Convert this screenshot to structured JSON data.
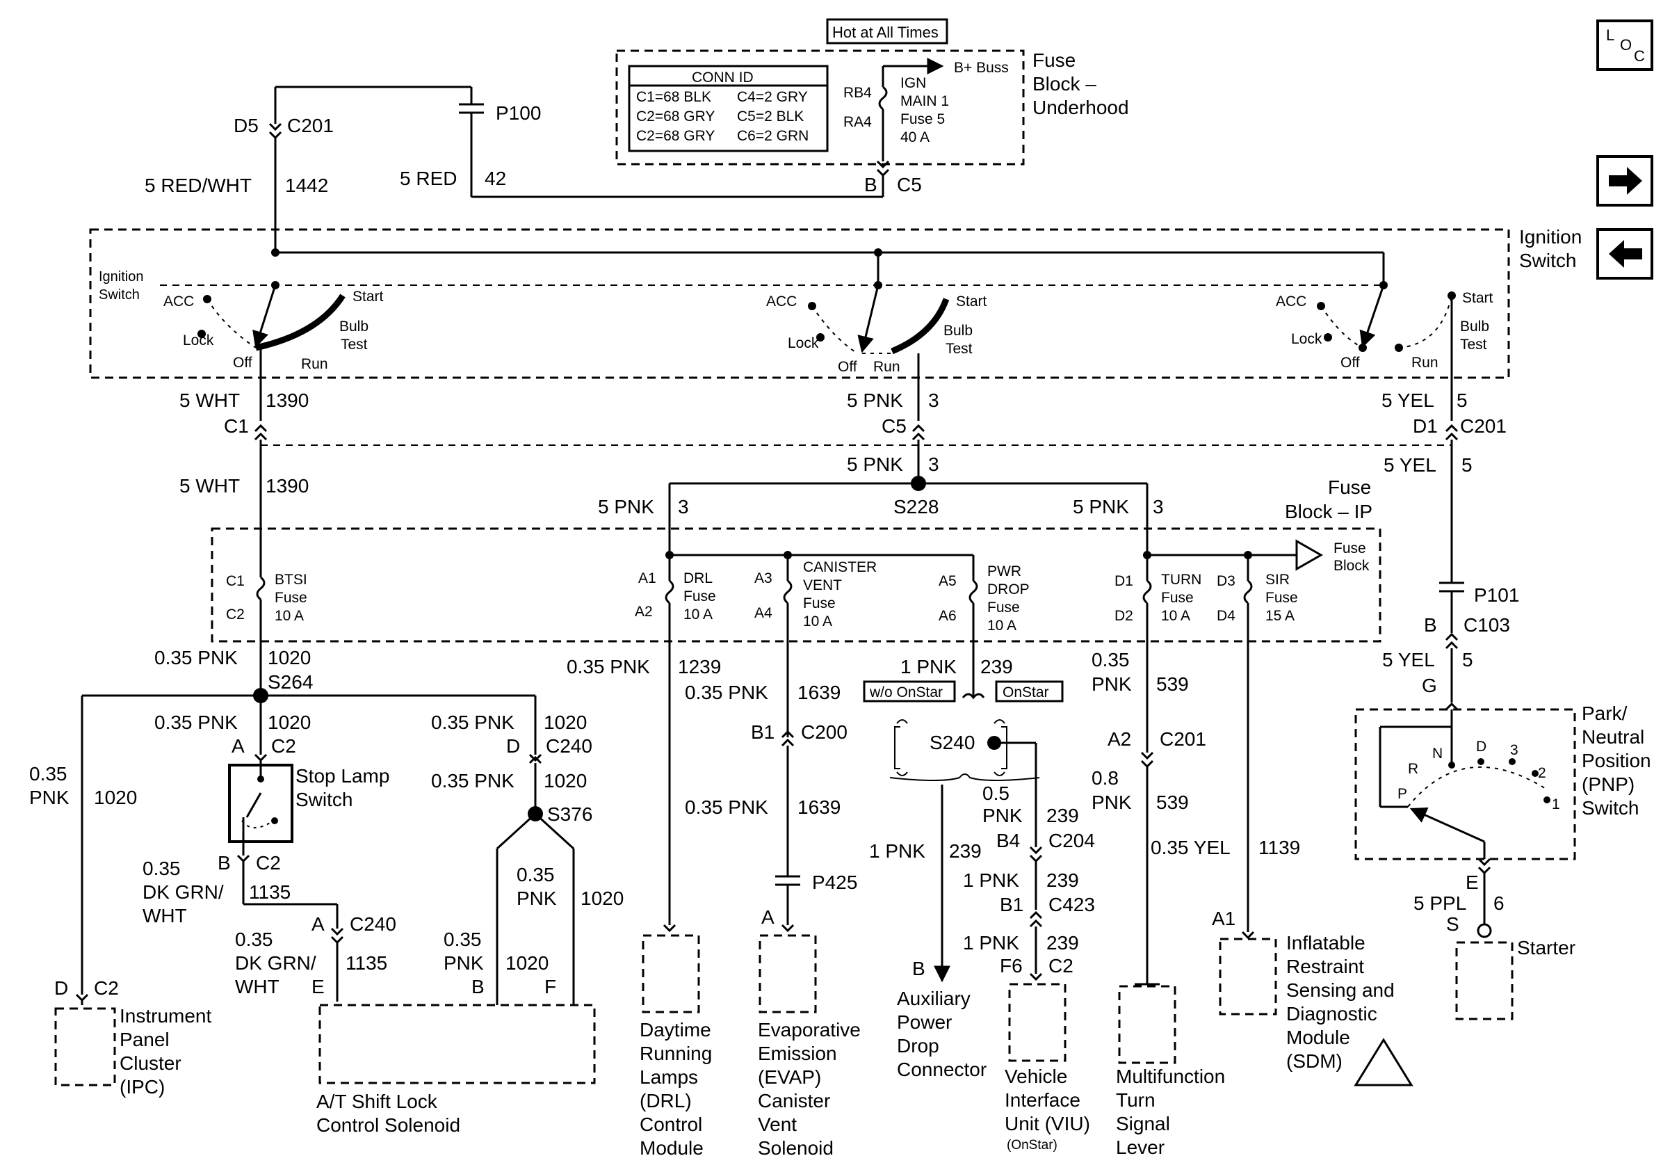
{
  "hot_box": "Hot at All Times",
  "loc": {
    "l": "L",
    "o": "O",
    "c": "C"
  },
  "fuse_underhood": {
    "title": [
      "Fuse",
      "Block –",
      "Underhood"
    ],
    "conn_header": "CONN ID",
    "conn_rows": [
      "C1=68 BLK",
      "C2=68 GRY",
      "C2=68 GRY"
    ],
    "conn_rows_r": [
      "C4=2 GRY",
      "C5=2 BLK",
      "C6=2 GRN"
    ],
    "rb4": "RB4",
    "ra4": "RA4",
    "fuse": [
      "IGN",
      "MAIN 1",
      "Fuse 5",
      "40 A"
    ],
    "bplus": "B+ Buss",
    "conn_b": "B",
    "conn_c5": "C5"
  },
  "top": {
    "d5": "D5",
    "c201": "C201",
    "p100": "P100",
    "w1442": "5 RED/WHT",
    "c1442": "1442",
    "w42": "5 RED",
    "c42": "42"
  },
  "ignition": {
    "title": [
      "Ignition",
      "Switch"
    ],
    "inner": [
      "Ignition",
      "Switch"
    ],
    "acc": "ACC",
    "lock": "Lock",
    "off": "Off",
    "run": "Run",
    "start": "Start",
    "bulb": "Bulb",
    "test": "Test"
  },
  "out": {
    "wht": "5 WHT",
    "c1390": "1390",
    "c1": "C1",
    "pnk": "5 PNK",
    "c3": "3",
    "c5": "C5",
    "yel": "5 YEL",
    "c5b": "5",
    "d1": "D1",
    "c201": "C201"
  },
  "splice": {
    "s228": "S228",
    "pnk": "5 PNK",
    "c3": "3"
  },
  "fuse_ip": {
    "title": [
      "Fuse",
      "Block – IP"
    ],
    "btsi": [
      "BTSI",
      "Fuse",
      "10 A"
    ],
    "btsi_pins": [
      "C1",
      "C2"
    ],
    "drl": [
      "DRL",
      "Fuse",
      "10 A"
    ],
    "drl_pins": [
      "A1",
      "A2"
    ],
    "can": [
      "CANISTER",
      "VENT",
      "Fuse",
      "10 A"
    ],
    "can_pins": [
      "A3",
      "A4"
    ],
    "pwr": [
      "PWR",
      "DROP",
      "Fuse",
      "10 A"
    ],
    "pwr_pins": [
      "A5",
      "A6"
    ],
    "turn": [
      "TURN",
      "Fuse",
      "10 A"
    ],
    "turn_pins": [
      "D1",
      "D2"
    ],
    "sir": [
      "SIR",
      "Fuse",
      "15 A"
    ],
    "sir_pins": [
      "D3",
      "D4"
    ],
    "fuse_block": [
      "Fuse",
      "Block"
    ],
    "arrow_a": "A"
  },
  "wires": {
    "p035": "0.35 PNK",
    "c1020": "1020",
    "s264": "S264",
    "c1239": "1239",
    "c1639": "1639",
    "b1": "B1",
    "c200": "C200",
    "p425": "P425",
    "a": "A",
    "p1": "1 PNK",
    "c239": "239",
    "wo_onstar": "w/o OnStar",
    "onstar": "OnStar",
    "s240": "S240",
    "p05": "0.5",
    "pnk": "PNK",
    "b4": "B4",
    "c204": "C204",
    "b1b": "B1",
    "c423": "C423",
    "f6": "F6",
    "c2": "C2",
    "p035b": "0.35",
    "c539": "539",
    "a2": "A2",
    "c201": "C201",
    "p08": "0.8",
    "yel035": "0.35 YEL",
    "c1139": "1139",
    "a1": "A1",
    "yel5": "5 YEL",
    "c5": "5",
    "p101": "P101",
    "b": "B",
    "c103": "C103",
    "g": "G",
    "e": "E",
    "ppl": "5 PPL",
    "c6": "6",
    "s": "S"
  },
  "left": {
    "p035": "0.35 PNK",
    "c1020": "1020",
    "a": "A",
    "c2": "C2",
    "d": "D",
    "c240": "C240",
    "s376": "S376",
    "stop_lamp": [
      "Stop Lamp",
      "Switch"
    ],
    "b": "B",
    "grn": [
      "0.35",
      "DK GRN/",
      "WHT"
    ],
    "c1135": "1135",
    "pnk_lbl": [
      "0.35",
      "PNK"
    ],
    "f": "F",
    "e": "E"
  },
  "pnp": {
    "title": [
      "Park/",
      "Neutral",
      "Position",
      "(PNP)",
      "Switch"
    ],
    "p": "P",
    "r": "R",
    "n": "N",
    "d": "D",
    "3": "3",
    "2": "2",
    "1": "1"
  },
  "components": {
    "ipc": [
      "Instrument",
      "Panel",
      "Cluster",
      "(IPC)"
    ],
    "shift": [
      "A/T Shift Lock",
      "Control Solenoid"
    ],
    "drl": [
      "Daytime",
      "Running",
      "Lamps",
      "(DRL)",
      "Control",
      "Module"
    ],
    "evap": [
      "Evaporative",
      "Emission",
      "(EVAP)",
      "Canister",
      "Vent",
      "Solenoid"
    ],
    "aux": [
      "Auxiliary",
      "Power",
      "Drop",
      "Connector"
    ],
    "viu": [
      "Vehicle",
      "Interface",
      "Unit (VIU)"
    ],
    "viu_sub": "(OnStar)",
    "mf": [
      "Multifunction",
      "Turn",
      "Signal",
      "Lever"
    ],
    "sdm": [
      "Inflatable",
      "Restraint",
      "Sensing and",
      "Diagnostic",
      "Module",
      "(SDM)"
    ],
    "starter": "Starter"
  }
}
